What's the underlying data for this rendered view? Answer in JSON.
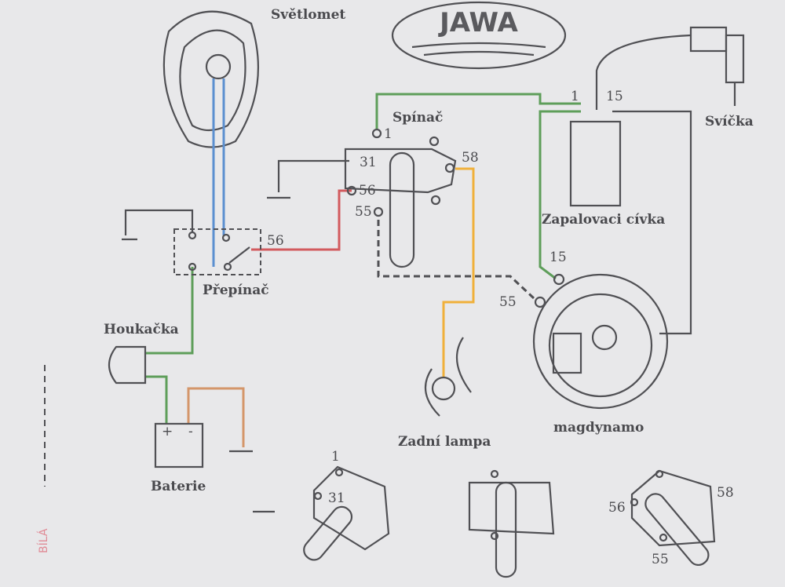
{
  "diagram": {
    "logo": "JAWA",
    "components": {
      "headlight": "Světlomet",
      "spark_plug": "Svíčka",
      "switch": "Spínač",
      "ignition_coil": "Zapalovaci cívka",
      "selector": "Přepínač",
      "horn": "Houkačka",
      "battery": "Baterie",
      "tail_lamp": "Zadní lampa",
      "magneto": "magdynamo"
    },
    "terminals": {
      "switch_1": "1",
      "switch_31": "31",
      "switch_56": "56",
      "switch_58": "58",
      "switch_55": "55",
      "coil_1": "1",
      "coil_15": "15",
      "selector_56": "56",
      "magneto_15": "15",
      "magneto_55": "55",
      "battery_plus": "+",
      "battery_minus": "-"
    },
    "bottom_switches": {
      "sw1_1": "1",
      "sw1_31": "31",
      "sw3_56": "56",
      "sw3_58": "58",
      "sw3_55": "55"
    },
    "margin_note": "BÍLÁ",
    "wire_colors": {
      "green": "#5e9e5a",
      "blue": "#5b8fd0",
      "red": "#d25a5e",
      "orange": "#f0b03a",
      "black": "#505054",
      "brown": "#d4966a"
    }
  }
}
